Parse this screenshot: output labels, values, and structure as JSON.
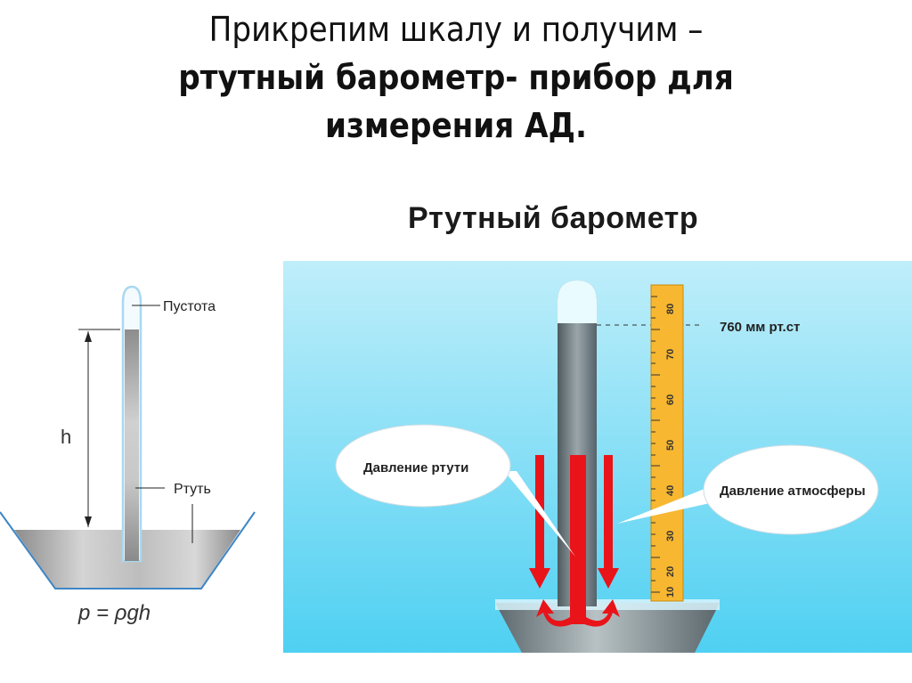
{
  "slide": {
    "title_line1": "Прикрепим шкалу и получим –",
    "title_line2": "ртутный барометр- прибор для",
    "title_line3": "измерения АД.",
    "subtitle": "Ртутный барометр"
  },
  "left_diagram": {
    "label_vacuum": "Пустота",
    "label_mercury": "Ртуть",
    "label_height": "h",
    "formula": "p = ρgh"
  },
  "right_diagram": {
    "pressure_reading": "760 мм рт.ст",
    "bubble_mercury": "Давление  ртути",
    "bubble_atmosphere": "Давление атмосферы",
    "scale_ticks": [
      "80",
      "70",
      "60",
      "50",
      "40",
      "30",
      "20",
      "10"
    ],
    "colors": {
      "sky_top": "#bfeefa",
      "sky_bottom": "#4fd0f2",
      "arrow": "#e8141a",
      "ruler": "#f7b731",
      "mercury": "#7f8b90"
    }
  }
}
